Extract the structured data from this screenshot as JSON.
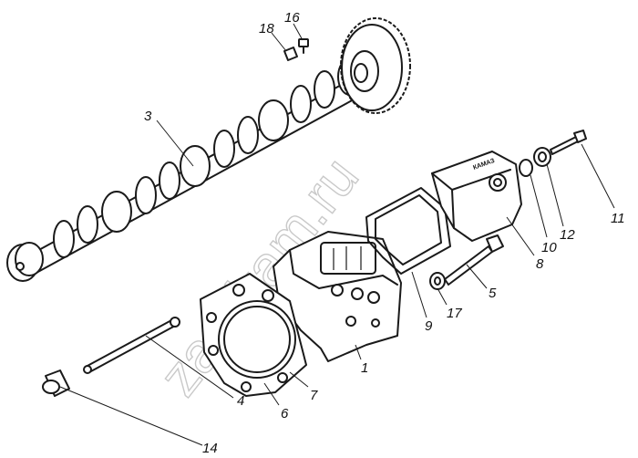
{
  "watermark": "zap-kam.ru",
  "cover_brand": "КАМАЗ",
  "callouts": [
    {
      "id": "1",
      "label": "1"
    },
    {
      "id": "3",
      "label": "3"
    },
    {
      "id": "4",
      "label": "4"
    },
    {
      "id": "5",
      "label": "5"
    },
    {
      "id": "6",
      "label": "6"
    },
    {
      "id": "7",
      "label": "7"
    },
    {
      "id": "8",
      "label": "8"
    },
    {
      "id": "9",
      "label": "9"
    },
    {
      "id": "10",
      "label": "10"
    },
    {
      "id": "11",
      "label": "11"
    },
    {
      "id": "12",
      "label": "12"
    },
    {
      "id": "14",
      "label": "14"
    },
    {
      "id": "16",
      "label": "16"
    },
    {
      "id": "17",
      "label": "17"
    },
    {
      "id": "18",
      "label": "18"
    }
  ]
}
